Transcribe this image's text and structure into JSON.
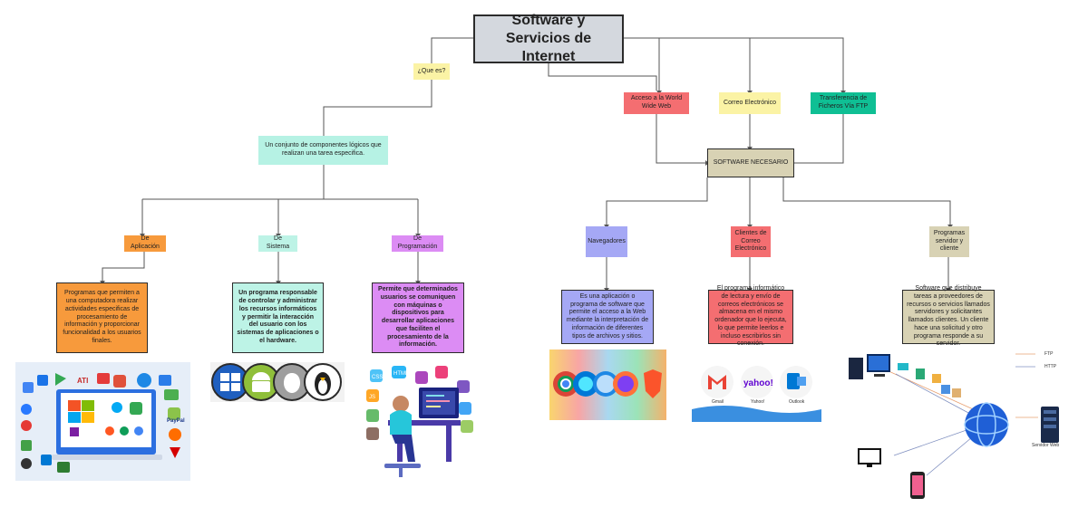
{
  "title": "Software y Servicios de Internet",
  "left": {
    "que_es": "¿Que es?",
    "definition": "Un conjunto de componentes lógicos que realizan una tarea especifica.",
    "types": [
      {
        "label": "De Aplicación",
        "desc": "Programas que permiten a una computadora realizar actividades especificas de procesamiento de información y proporcionar funcionalidad a los usuarios finales."
      },
      {
        "label": "De Sistema",
        "desc": "Un programa responsable de controlar y administrar los recursos informáticos y permitir la interacción del usuario con los sistemas de aplicaciones o el hardware."
      },
      {
        "label": "De Programación",
        "desc": "Permite que determinados usuarios se comuniquen con máquinas o dispositivos para desarrollar aplicaciones que faciliten el procesamiento de la información."
      }
    ]
  },
  "right": {
    "services": [
      "Acceso a la World Wide Web",
      "Correo Electrónico",
      "Transferencia de Ficheros Vía FTP"
    ],
    "software_needed": "SOFTWARE NECESARIO",
    "categories": [
      {
        "label": "Navegadores",
        "desc": "Es una aplicación o programa de software que permite el acceso a la Web mediante la interpretación de información de diferentes tipos de archivos y sitios."
      },
      {
        "label": "Clientes de Correo Electrónico",
        "desc": "El programa informático de lectura y envío de correos electrónicos se almacena en el mismo ordenador que lo ejecuta, lo que permite leerlos e incluso escribirlos sin conexión."
      },
      {
        "label": "Programas servidor y cliente",
        "desc": "Software que distribuye tareas a proveedores de recursos o servicios llamados servidores y solicitantes llamados clientes. Un cliente hace una solicitud y otro programa responde a su servidor."
      }
    ]
  },
  "illustrations": {
    "mail_labels": [
      "Gmail",
      "Yahoo!",
      "Outlook"
    ],
    "network_legend": [
      "FTP",
      "HTTP"
    ],
    "server_label": "Servidor Web",
    "file_tags": [
      "HTML",
      "CSS",
      "JS"
    ],
    "app_icons": [
      "ATI",
      "PayPal"
    ]
  },
  "colors": {
    "title": "#d4d8de",
    "que_es": "#fbf3a5",
    "definition": "#b6f2e4",
    "aplicacion": "#f79a3c",
    "sistema": "#bdf3e6",
    "programacion": "#dc8cf4",
    "www": "#f46e71",
    "correo": "#fbf3a5",
    "ftp": "#0fbf94",
    "software": "#d8d2b4",
    "navegadores": "#a5a8f5",
    "clientes": "#f46e71",
    "servidor": "#d8d2b4"
  }
}
